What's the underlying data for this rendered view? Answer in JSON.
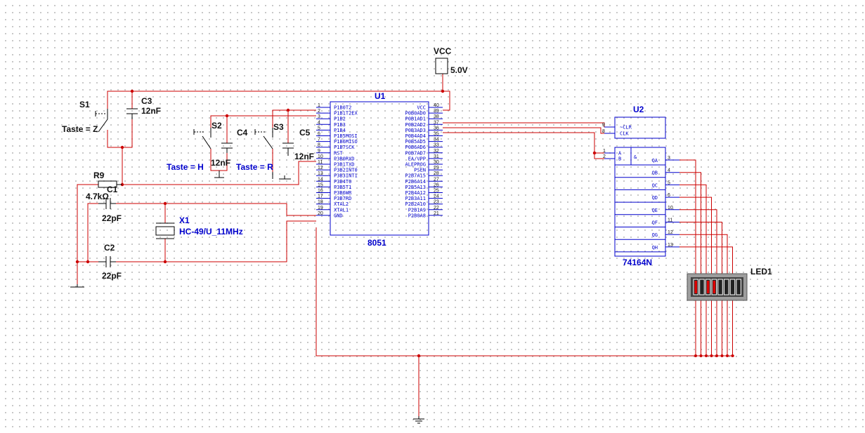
{
  "vcc": {
    "name": "VCC",
    "value": "5.0V"
  },
  "s1": {
    "ref": "S1",
    "key": "Taste = Z"
  },
  "s2": {
    "ref": "S2",
    "key": "Taste = H"
  },
  "s3": {
    "ref": "S3",
    "key": "Taste = R"
  },
  "c1": {
    "ref": "C1",
    "value": "22pF"
  },
  "c2": {
    "ref": "C2",
    "value": "22pF"
  },
  "c3": {
    "ref": "C3",
    "value": "12nF"
  },
  "c4": {
    "ref": "C4",
    "value": "12nF"
  },
  "c5": {
    "ref": "C5",
    "value": "12nF"
  },
  "r9": {
    "ref": "R9",
    "value": "4.7kΩ"
  },
  "x1": {
    "ref": "X1",
    "value": "HC-49/U_11MHz"
  },
  "u1": {
    "ref": "U1",
    "part": "8051",
    "left_pins": [
      {
        "num": "1",
        "name": "P1B0T2"
      },
      {
        "num": "2",
        "name": "P1B1T2EX"
      },
      {
        "num": "3",
        "name": "P1B2"
      },
      {
        "num": "4",
        "name": "P1B3"
      },
      {
        "num": "5",
        "name": "P1B4"
      },
      {
        "num": "6",
        "name": "P1B5MOSI"
      },
      {
        "num": "7",
        "name": "P1B6MISO"
      },
      {
        "num": "8",
        "name": "P1B7SCK"
      },
      {
        "num": "9",
        "name": "RST"
      },
      {
        "num": "10",
        "name": "P3B0RXD"
      },
      {
        "num": "11",
        "name": "P3B1TXD"
      },
      {
        "num": "12",
        "name": "P3B2INT0"
      },
      {
        "num": "13",
        "name": "P3B3INT1"
      },
      {
        "num": "14",
        "name": "P3B4T0"
      },
      {
        "num": "15",
        "name": "P3B5T1"
      },
      {
        "num": "16",
        "name": "P3B6WR"
      },
      {
        "num": "17",
        "name": "P3B7RD"
      },
      {
        "num": "18",
        "name": "XTAL2"
      },
      {
        "num": "19",
        "name": "XTAL1"
      },
      {
        "num": "20",
        "name": "GND"
      }
    ],
    "right_pins": [
      {
        "num": "40",
        "name": "VCC"
      },
      {
        "num": "39",
        "name": "P0B0AD0"
      },
      {
        "num": "38",
        "name": "P0B1AD1"
      },
      {
        "num": "37",
        "name": "P0B2AD2"
      },
      {
        "num": "36",
        "name": "P0B3AD3"
      },
      {
        "num": "35",
        "name": "P0B4AD4"
      },
      {
        "num": "34",
        "name": "P0B5AD5"
      },
      {
        "num": "33",
        "name": "P0B6AD6"
      },
      {
        "num": "32",
        "name": "P0B7AD7"
      },
      {
        "num": "31",
        "name": "EA/VPP"
      },
      {
        "num": "30",
        "name": "ALEPROG"
      },
      {
        "num": "29",
        "name": "PSEN"
      },
      {
        "num": "28",
        "name": "P2B7A15"
      },
      {
        "num": "27",
        "name": "P2B6A14"
      },
      {
        "num": "26",
        "name": "P2B5A13"
      },
      {
        "num": "25",
        "name": "P2B4A12"
      },
      {
        "num": "24",
        "name": "P2B3A11"
      },
      {
        "num": "23",
        "name": "P2B2A10"
      },
      {
        "num": "22",
        "name": "P2B1A9"
      },
      {
        "num": "21",
        "name": "P2B0A8"
      }
    ]
  },
  "u2": {
    "ref": "U2",
    "part": "74164N",
    "top_pins": [
      {
        "num": "9",
        "name": "~CLR"
      },
      {
        "num": "8",
        "name": "CLK"
      }
    ],
    "input_pins": [
      {
        "num": "1",
        "name": "A"
      },
      {
        "num": "2",
        "name": "B"
      }
    ],
    "gate_symbol": "&",
    "outputs": [
      {
        "num": "3",
        "name": "QA"
      },
      {
        "num": "4",
        "name": "QB"
      },
      {
        "num": "5",
        "name": "QC"
      },
      {
        "num": "6",
        "name": "QD"
      },
      {
        "num": "10",
        "name": "QE"
      },
      {
        "num": "11",
        "name": "QF"
      },
      {
        "num": "12",
        "name": "QG"
      },
      {
        "num": "13",
        "name": "QH"
      }
    ]
  },
  "led1": {
    "ref": "LED1",
    "segments_lit": [
      true,
      false,
      true,
      true,
      false,
      false,
      false,
      false
    ],
    "lit_color": "#dd0000"
  },
  "colors": {
    "wire": "#cc0000",
    "component": "#000000",
    "ic_outline": "#0000cc",
    "pin_text": "#0000cc"
  }
}
